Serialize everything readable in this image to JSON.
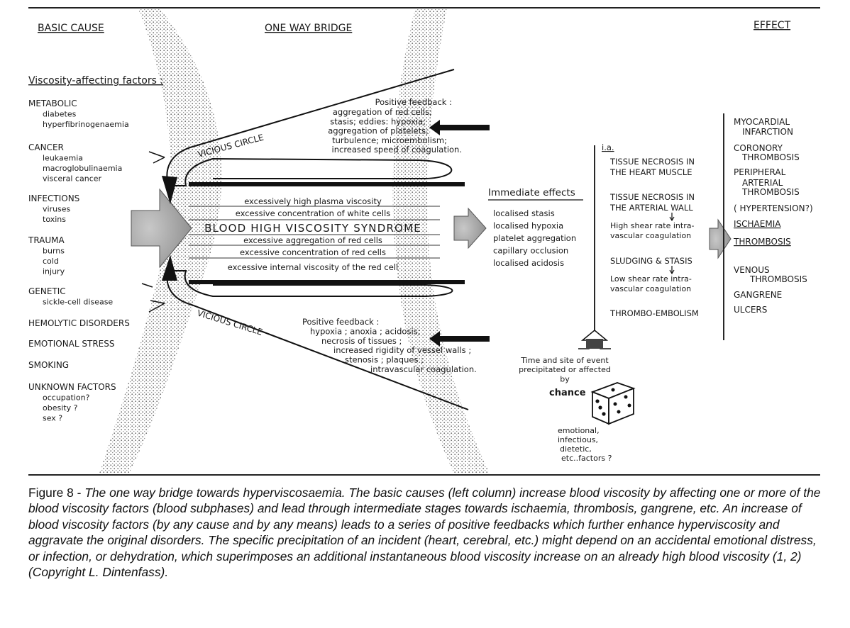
{
  "headers": {
    "basic_cause": "BASIC CAUSE",
    "bridge": "ONE WAY BRIDGE",
    "effect": "EFFECT"
  },
  "left": {
    "title": "Viscosity-affecting factors :",
    "groups": [
      {
        "head": "METABOLIC",
        "items": [
          "diabetes",
          "hyperfibrinogenaemia"
        ]
      },
      {
        "head": "CANCER",
        "items": [
          "leukaemia",
          "macroglobulinaemia",
          "visceral cancer"
        ]
      },
      {
        "head": "INFECTIONS",
        "items": [
          "viruses",
          "toxins"
        ]
      },
      {
        "head": "TRAUMA",
        "items": [
          "burns",
          "cold",
          "injury"
        ]
      },
      {
        "head": "GENETIC",
        "items": [
          "sickle-cell disease"
        ]
      },
      {
        "head": "HEMOLYTIC DISORDERS",
        "items": []
      },
      {
        "head": "EMOTIONAL STRESS",
        "items": []
      },
      {
        "head": "SMOKING",
        "items": []
      },
      {
        "head": "UNKNOWN FACTORS",
        "items": [
          "occupation?",
          "obesity ?",
          "sex ?"
        ]
      }
    ]
  },
  "bridge": {
    "vicious_top": "VICIOUS CIRCLE",
    "vicious_bottom": "VICIOUS CIRCLE",
    "feedback_top": [
      "Positive feedback :",
      "aggregation of red cells;",
      "stasis; eddies: hypoxia;",
      "aggregation of platelets;",
      "turbulence; microembolism;",
      "increased speed of coagulation."
    ],
    "feedback_bottom": [
      "Positive feedback :",
      "hypoxia ; anoxia ; acidosis;",
      "necrosis of tissues ;",
      "increased rigidity of vessel walls ;",
      "stenosis ; plaques ;",
      "intravascular coagulation."
    ],
    "syndrome_lines": [
      "excessively high plasma viscosity",
      "excessive concentration of white cells",
      "BLOOD  HIGH  VISCOSITY  SYNDROME",
      "excessive aggregation of red cells",
      "excessive concentration of red cells",
      "excessive internal viscosity of the red cell"
    ]
  },
  "immediate": {
    "title": "Immediate effects",
    "items": [
      "localised stasis",
      "localised hypoxia",
      "platelet aggregation",
      "capillary occlusion",
      "localised acidosis"
    ]
  },
  "middle": {
    "ia": "i.a.",
    "lines": [
      "TISSUE NECROSIS IN",
      "THE HEART MUSCLE",
      "TISSUE NECROSIS IN",
      "THE ARTERIAL WALL",
      "High shear rate intra-",
      "vascular coagulation",
      "SLUDGING & STASIS",
      "Low shear rate intra-",
      "vascular coagulation",
      "THROMBO-EMBOLISM"
    ]
  },
  "effects": {
    "lines": [
      "MYOCARDIAL",
      "INFARCTION",
      "CORONORY",
      "THROMBOSIS",
      "PERIPHERAL",
      "ARTERIAL",
      "THROMBOSIS",
      "( HYPERTENSION?)",
      "ISCHAEMIA",
      "THROMBOSIS",
      "VENOUS",
      "THROMBOSIS",
      "GANGRENE",
      "ULCERS"
    ]
  },
  "chance": {
    "event": [
      "Time and site of event",
      "precipitated or affected",
      "by"
    ],
    "word": "chance",
    "factors": [
      "emotional,",
      "infectious,",
      "dietetic,",
      "etc..factors ?"
    ]
  },
  "caption": {
    "lead": "Figure 8 - ",
    "body": "The one way bridge towards hyperviscosaemia. The basic causes (left column) increase blood viscosity by affecting one or more of the blood viscosity factors (blood subphases) and lead through intermediate stages towards ischaemia, thrombosis, gangrene, etc. An increase of blood viscosity factors (by any cause and by any means) leads to a series of positive feedbacks which further enhance hyperviscosity and aggravate the original disorders. The specific precipitation of an incident (heart, cerebral, etc.) might depend on an accidental emotional distress, or infection, or dehydration, which superimposes an additional instantaneous blood viscosity increase on an already high blood viscosity (1, 2) (Copyright L. Dintenfass)."
  },
  "colors": {
    "ink": "#1a1a1a",
    "shade": "#9a9a9a"
  }
}
